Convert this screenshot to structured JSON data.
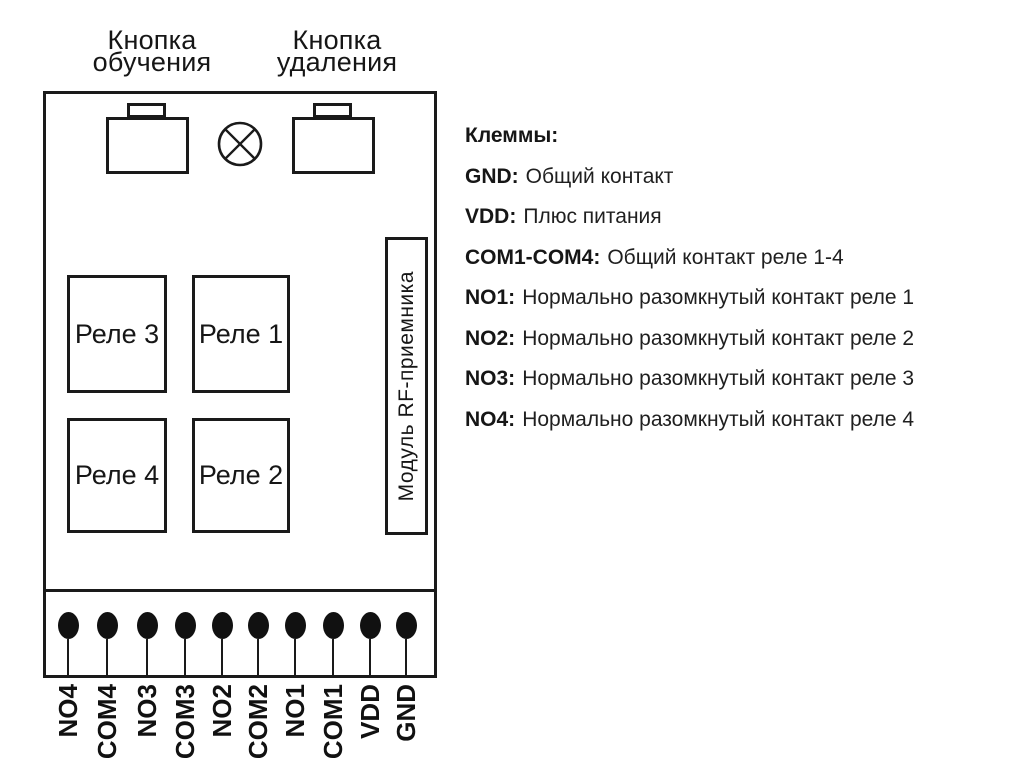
{
  "annotations": {
    "learn_button": [
      "Кнопка",
      "обучения"
    ],
    "delete_button": [
      "Кнопка",
      "удаления"
    ]
  },
  "board": {
    "relays": [
      {
        "label": "Реле 3"
      },
      {
        "label": "Реле 1"
      },
      {
        "label": "Реле 4"
      },
      {
        "label": "Реле 2"
      }
    ],
    "rf_module_label": "Модуль RF-приемника",
    "pins": [
      {
        "label": "NO4"
      },
      {
        "label": "COM4"
      },
      {
        "label": "NO3"
      },
      {
        "label": "COM3"
      },
      {
        "label": "NO2"
      },
      {
        "label": "COM2"
      },
      {
        "label": "NO1"
      },
      {
        "label": "COM1"
      },
      {
        "label": "VDD"
      },
      {
        "label": "GND"
      }
    ]
  },
  "legend": {
    "title": "Клеммы:",
    "items": [
      {
        "key": "GND:",
        "desc": "Общий контакт"
      },
      {
        "key": "VDD:",
        "desc": "Плюс питания"
      },
      {
        "key": "COM1-COM4:",
        "desc": "Общий контакт реле 1-4"
      },
      {
        "key": "NO1:",
        "desc": "Нормально разомкнутый контакт реле 1"
      },
      {
        "key": "NO2:",
        "desc": "Нормально разомкнутый контакт реле 2"
      },
      {
        "key": "NO3:",
        "desc": "Нормально разомкнутый контакт реле 3"
      },
      {
        "key": "NO4:",
        "desc": "Нормально разомкнутый контакт реле 4"
      }
    ]
  },
  "colors": {
    "ink": "#1a1a1a",
    "background": "#ffffff"
  }
}
